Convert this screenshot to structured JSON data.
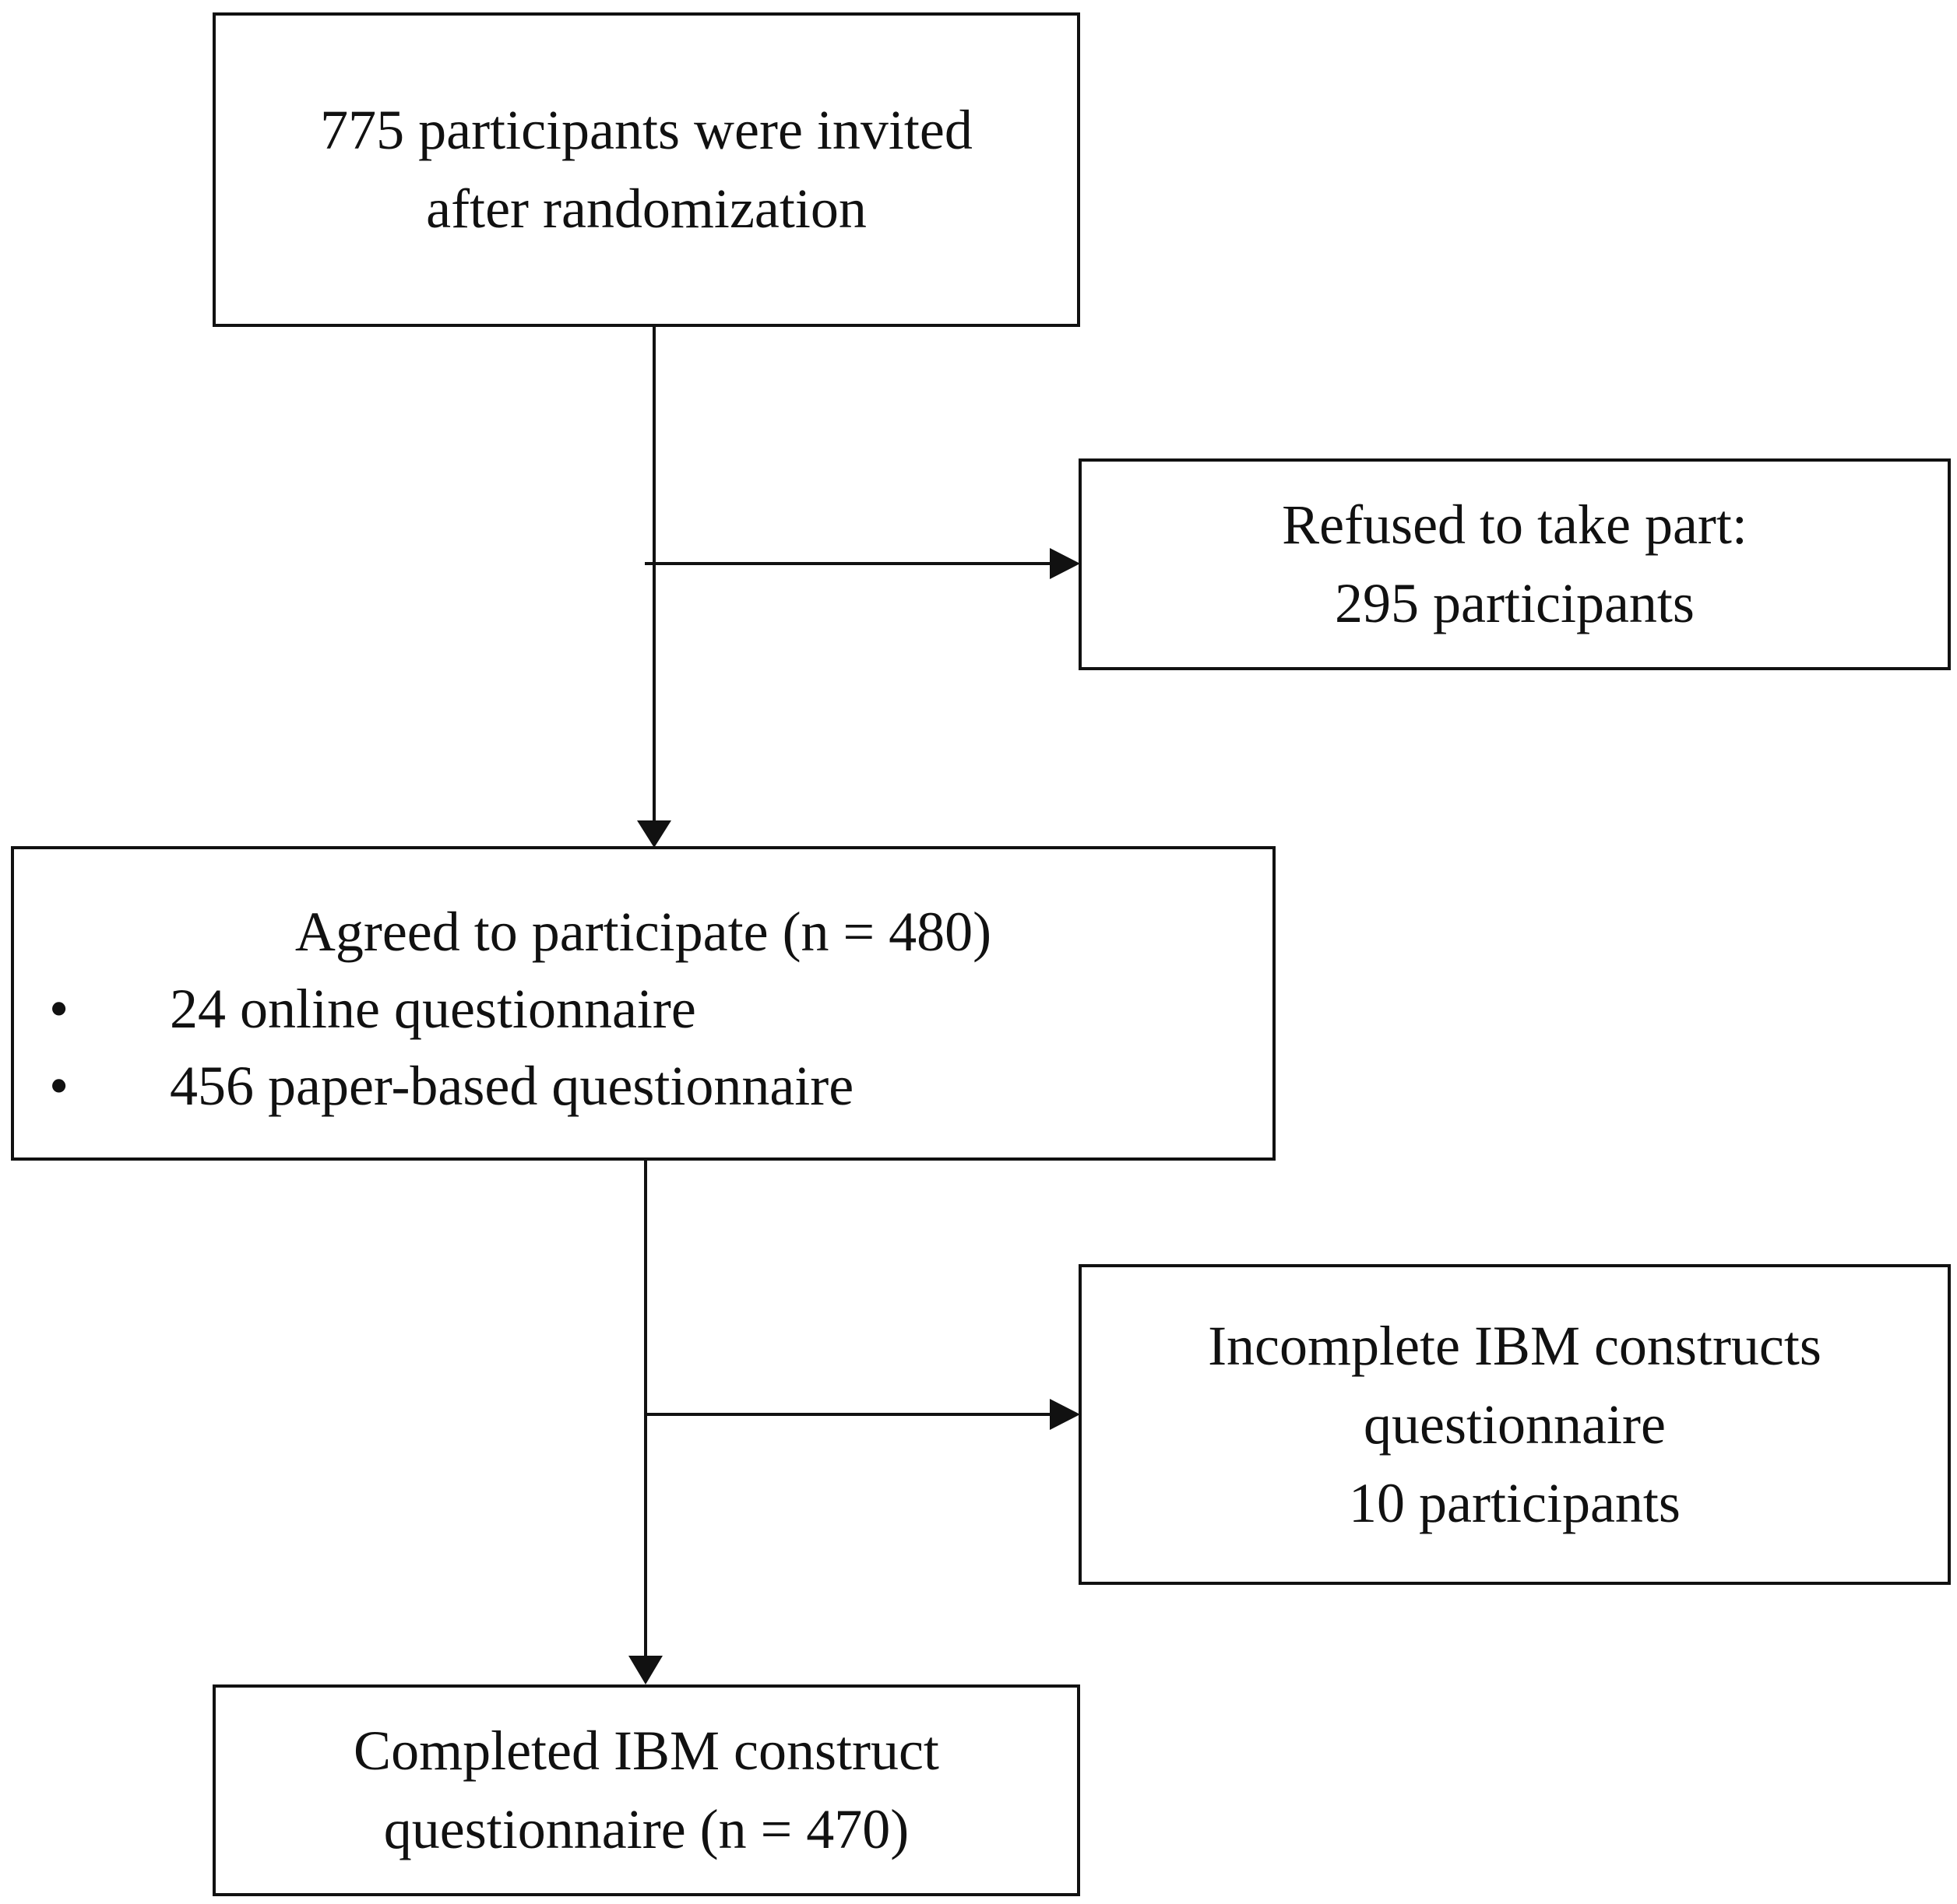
{
  "nodes": {
    "invited": {
      "lines": [
        "775 participants were invited",
        "after randomization"
      ]
    },
    "refused": {
      "lines": [
        "Refused to take part:",
        "295 participants"
      ]
    },
    "agreed": {
      "title": "Agreed to participate (n = 480)",
      "bullets": [
        "24 online questionnaire",
        "456 paper-based questionnaire"
      ],
      "bullet_marker": "•"
    },
    "incomplete": {
      "lines": [
        "Incomplete IBM constructs",
        "questionnaire",
        "10 participants"
      ]
    },
    "completed": {
      "lines": [
        "Completed IBM construct",
        "questionnaire (n = 470)"
      ]
    }
  },
  "edges": [
    {
      "from": "invited",
      "to": "agreed"
    },
    {
      "from": "invited",
      "to": "refused"
    },
    {
      "from": "agreed",
      "to": "completed"
    },
    {
      "from": "agreed",
      "to": "incomplete"
    }
  ],
  "colors": {
    "stroke": "#111111",
    "background": "#ffffff"
  }
}
